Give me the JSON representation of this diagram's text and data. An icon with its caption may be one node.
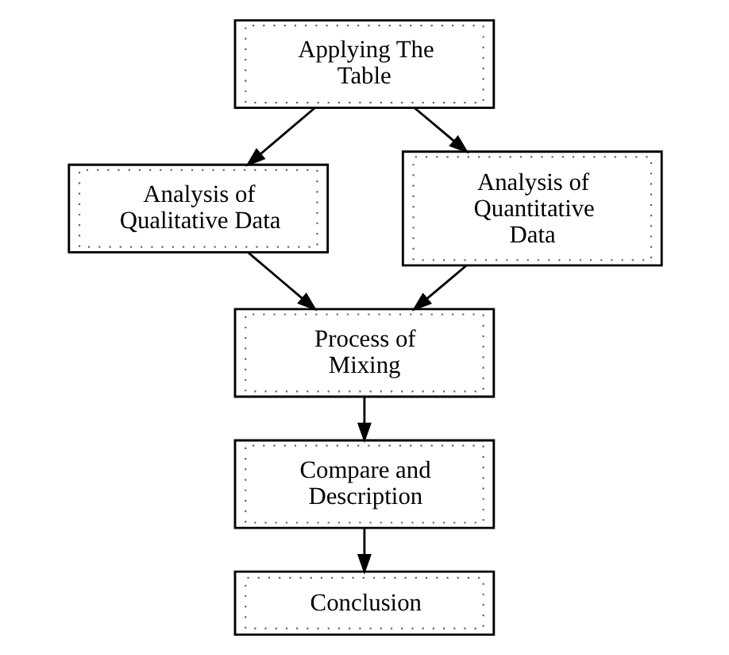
{
  "diagram": {
    "nodes": [
      {
        "text": [
          "Applying The Table"
        ]
      },
      {
        "text": [
          "Analysis of Qualitative Data"
        ]
      },
      {
        "text": [
          "Analysis of Quantitative Data"
        ]
      },
      {
        "text": [
          "Process of Mixing"
        ]
      },
      {
        "text": [
          "Compare and Description"
        ]
      },
      {
        "text": [
          "Conclusion"
        ]
      }
    ],
    "edges": [
      {
        "from": 0,
        "to": 1,
        "arrow": "to"
      },
      {
        "from": 0,
        "to": 2,
        "arrow": "to"
      },
      {
        "from": 1,
        "to": 3,
        "arrow": "to"
      },
      {
        "from": 2,
        "to": 3,
        "arrow": "to"
      },
      {
        "from": 3,
        "to": 4,
        "arrow": "to"
      },
      {
        "from": 4,
        "to": 5,
        "arrow": "to"
      }
    ]
  }
}
